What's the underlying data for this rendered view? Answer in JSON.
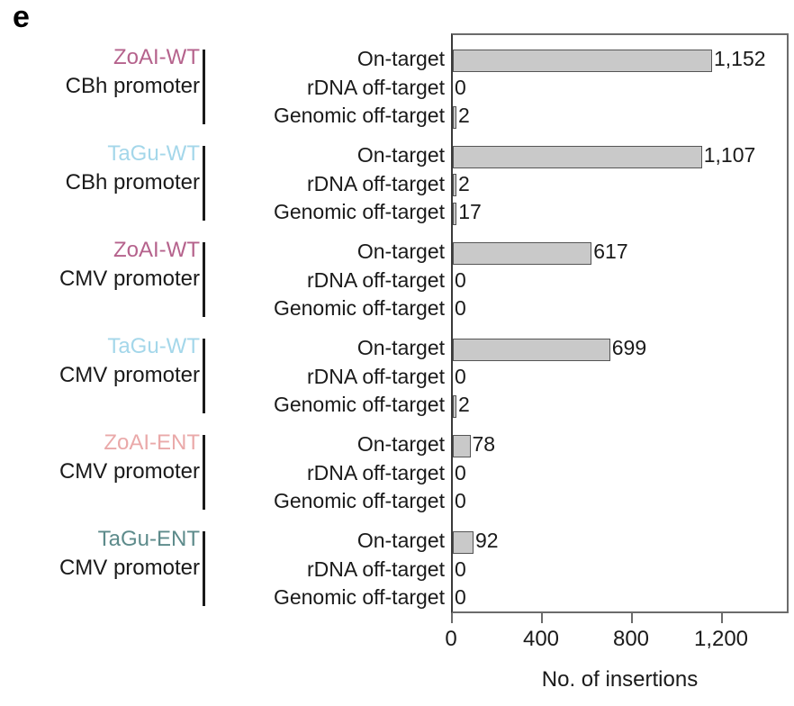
{
  "panel": {
    "letter": "e"
  },
  "chart_data": {
    "type": "bar",
    "orientation": "horizontal",
    "title": "",
    "xlabel": "No. of insertions",
    "ylabel": "",
    "xlim": [
      0,
      1500
    ],
    "xticks": [
      0,
      400,
      800,
      1200
    ],
    "xticklabels": [
      "0",
      "400",
      "800",
      "1,200"
    ],
    "grid": false,
    "legend": null,
    "bar_fill": "#c9c9c9",
    "bar_edge": "#555555",
    "categories": [
      "On-target",
      "rDNA off-target",
      "Genomic off-target"
    ],
    "groups": [
      {
        "name": "ZoAI-WT",
        "promoter": "CBh promoter",
        "color": "#b5628c",
        "rows": [
          {
            "category": "On-target",
            "value": 1152,
            "label": "1,152"
          },
          {
            "category": "rDNA off-target",
            "value": 0,
            "label": "0"
          },
          {
            "category": "Genomic off-target",
            "value": 2,
            "label": "2"
          }
        ]
      },
      {
        "name": "TaGu-WT",
        "promoter": "CBh promoter",
        "color": "#a4d7ea",
        "rows": [
          {
            "category": "On-target",
            "value": 1107,
            "label": "1,107"
          },
          {
            "category": "rDNA off-target",
            "value": 2,
            "label": "2"
          },
          {
            "category": "Genomic off-target",
            "value": 17,
            "label": "17"
          }
        ]
      },
      {
        "name": "ZoAI-WT",
        "promoter": "CMV promoter",
        "color": "#b5628c",
        "rows": [
          {
            "category": "On-target",
            "value": 617,
            "label": "617"
          },
          {
            "category": "rDNA off-target",
            "value": 0,
            "label": "0"
          },
          {
            "category": "Genomic off-target",
            "value": 0,
            "label": "0"
          }
        ]
      },
      {
        "name": "TaGu-WT",
        "promoter": "CMV promoter",
        "color": "#a4d7ea",
        "rows": [
          {
            "category": "On-target",
            "value": 699,
            "label": "699"
          },
          {
            "category": "rDNA off-target",
            "value": 0,
            "label": "0"
          },
          {
            "category": "Genomic off-target",
            "value": 2,
            "label": "2"
          }
        ]
      },
      {
        "name": "ZoAI-ENT",
        "promoter": "CMV promoter",
        "color": "#eaa9a9",
        "rows": [
          {
            "category": "On-target",
            "value": 78,
            "label": "78"
          },
          {
            "category": "rDNA off-target",
            "value": 0,
            "label": "0"
          },
          {
            "category": "Genomic off-target",
            "value": 0,
            "label": "0"
          }
        ]
      },
      {
        "name": "TaGu-ENT",
        "promoter": "CMV promoter",
        "color": "#5d8b8b",
        "rows": [
          {
            "category": "On-target",
            "value": 92,
            "label": "92"
          },
          {
            "category": "rDNA off-target",
            "value": 0,
            "label": "0"
          },
          {
            "category": "Genomic off-target",
            "value": 0,
            "label": "0"
          }
        ]
      }
    ]
  }
}
